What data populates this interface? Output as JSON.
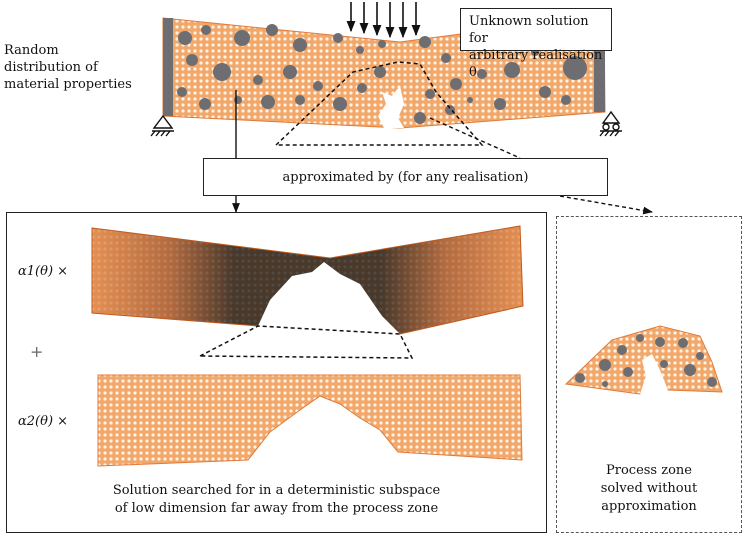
{
  "labels": {
    "random_distribution": [
      "Random",
      "distribution of",
      "material properties"
    ],
    "unknown_solution": [
      "Unknown solution for",
      "arbitrary realisation θ"
    ],
    "approximated_by": "approximated by (for any realisation)",
    "alpha1": "α1(θ) ×",
    "alpha2": "α2(θ) ×",
    "plus": "+",
    "solution_searched": [
      "Solution searched for in a deterministic subspace",
      "of low dimension far away from the process zone"
    ],
    "process_zone": [
      "Process zone",
      "solved without",
      "approximation"
    ]
  },
  "colors": {
    "beam_orange": "#f0a868",
    "mesh_white": "#fff4ea",
    "inclusion_gray": "#6e6e72",
    "mode1_dark": "#141414",
    "frame": "#222222"
  },
  "icons": [
    "pin-support-icon",
    "roller-support-icon",
    "load-arrows-icon",
    "crack-icon"
  ]
}
